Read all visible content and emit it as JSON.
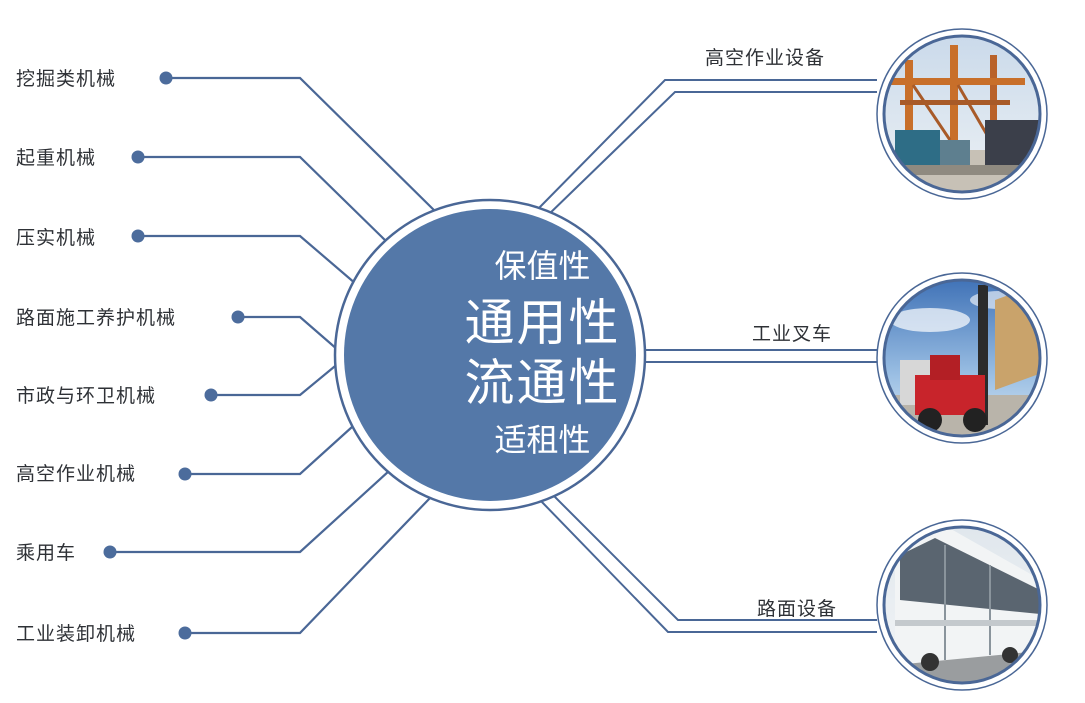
{
  "colors": {
    "line": "#4a6796",
    "node": "#4c6c9c",
    "center_fill": "#5478a8",
    "center_ring": "#4a6796",
    "text": "#2e3136"
  },
  "center": {
    "line1": "保值性",
    "line2": "通用性",
    "line3": "流通性",
    "line4": "适租性"
  },
  "left_items": [
    {
      "label": "挖掘类机械"
    },
    {
      "label": "起重机械"
    },
    {
      "label": "压实机械"
    },
    {
      "label": "路面施工养护机械"
    },
    {
      "label": "市政与环卫机械"
    },
    {
      "label": "高空作业机械"
    },
    {
      "label": "乘用车"
    },
    {
      "label": "工业装卸机械"
    }
  ],
  "right_items": [
    {
      "label": "高空作业设备",
      "photo": "port-crane-photo"
    },
    {
      "label": "工业叉车",
      "photo": "forklift-photo"
    },
    {
      "label": "路面设备",
      "photo": "bus-photo"
    }
  ]
}
